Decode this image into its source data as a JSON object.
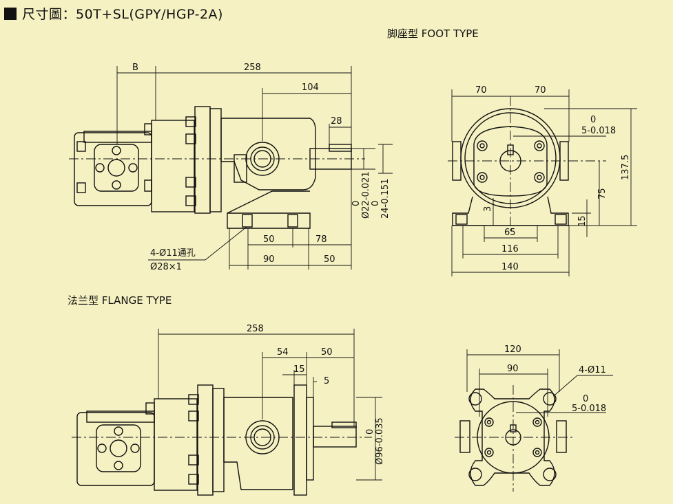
{
  "title": "尺寸圖：50T+SL(GPY/HGP-2A)",
  "foot_type_label": "脚座型 FOOT  TYPE",
  "flange_type_label": "法兰型 FLANGE TYPE",
  "foot_side": {
    "dim_B": "B",
    "dim_258": "258",
    "dim_104": "104",
    "dim_28": "28",
    "shaft_dia_tol_top": "0",
    "shaft_dia": "Ø22-0.021",
    "shaft_len_tol_top": "0",
    "shaft_len": "24-0.151",
    "dim_50a": "50",
    "dim_78": "78",
    "dim_90": "90",
    "dim_50b": "50",
    "hole_note_1": "4-Ø11通孔",
    "hole_note_2": "Ø28×1"
  },
  "foot_end": {
    "dim_70a": "70",
    "dim_70b": "70",
    "key_tol_top": "0",
    "key_width": "5-0.018",
    "dim_137_5": "137.5",
    "dim_75": "75",
    "dim_3": "3",
    "dim_15": "15",
    "dim_65": "65",
    "dim_116": "116",
    "dim_140": "140"
  },
  "flange_side": {
    "dim_258": "258",
    "dim_54": "54",
    "dim_50": "50",
    "dim_15": "15",
    "dim_5": "5",
    "pilot_tol_top": "0",
    "pilot_dia": "Ø96-0.035"
  },
  "flange_end": {
    "dim_120": "120",
    "dim_90": "90",
    "holes": "4-Ø11",
    "key_tol_top": "0",
    "key_width": "5-0.018"
  }
}
